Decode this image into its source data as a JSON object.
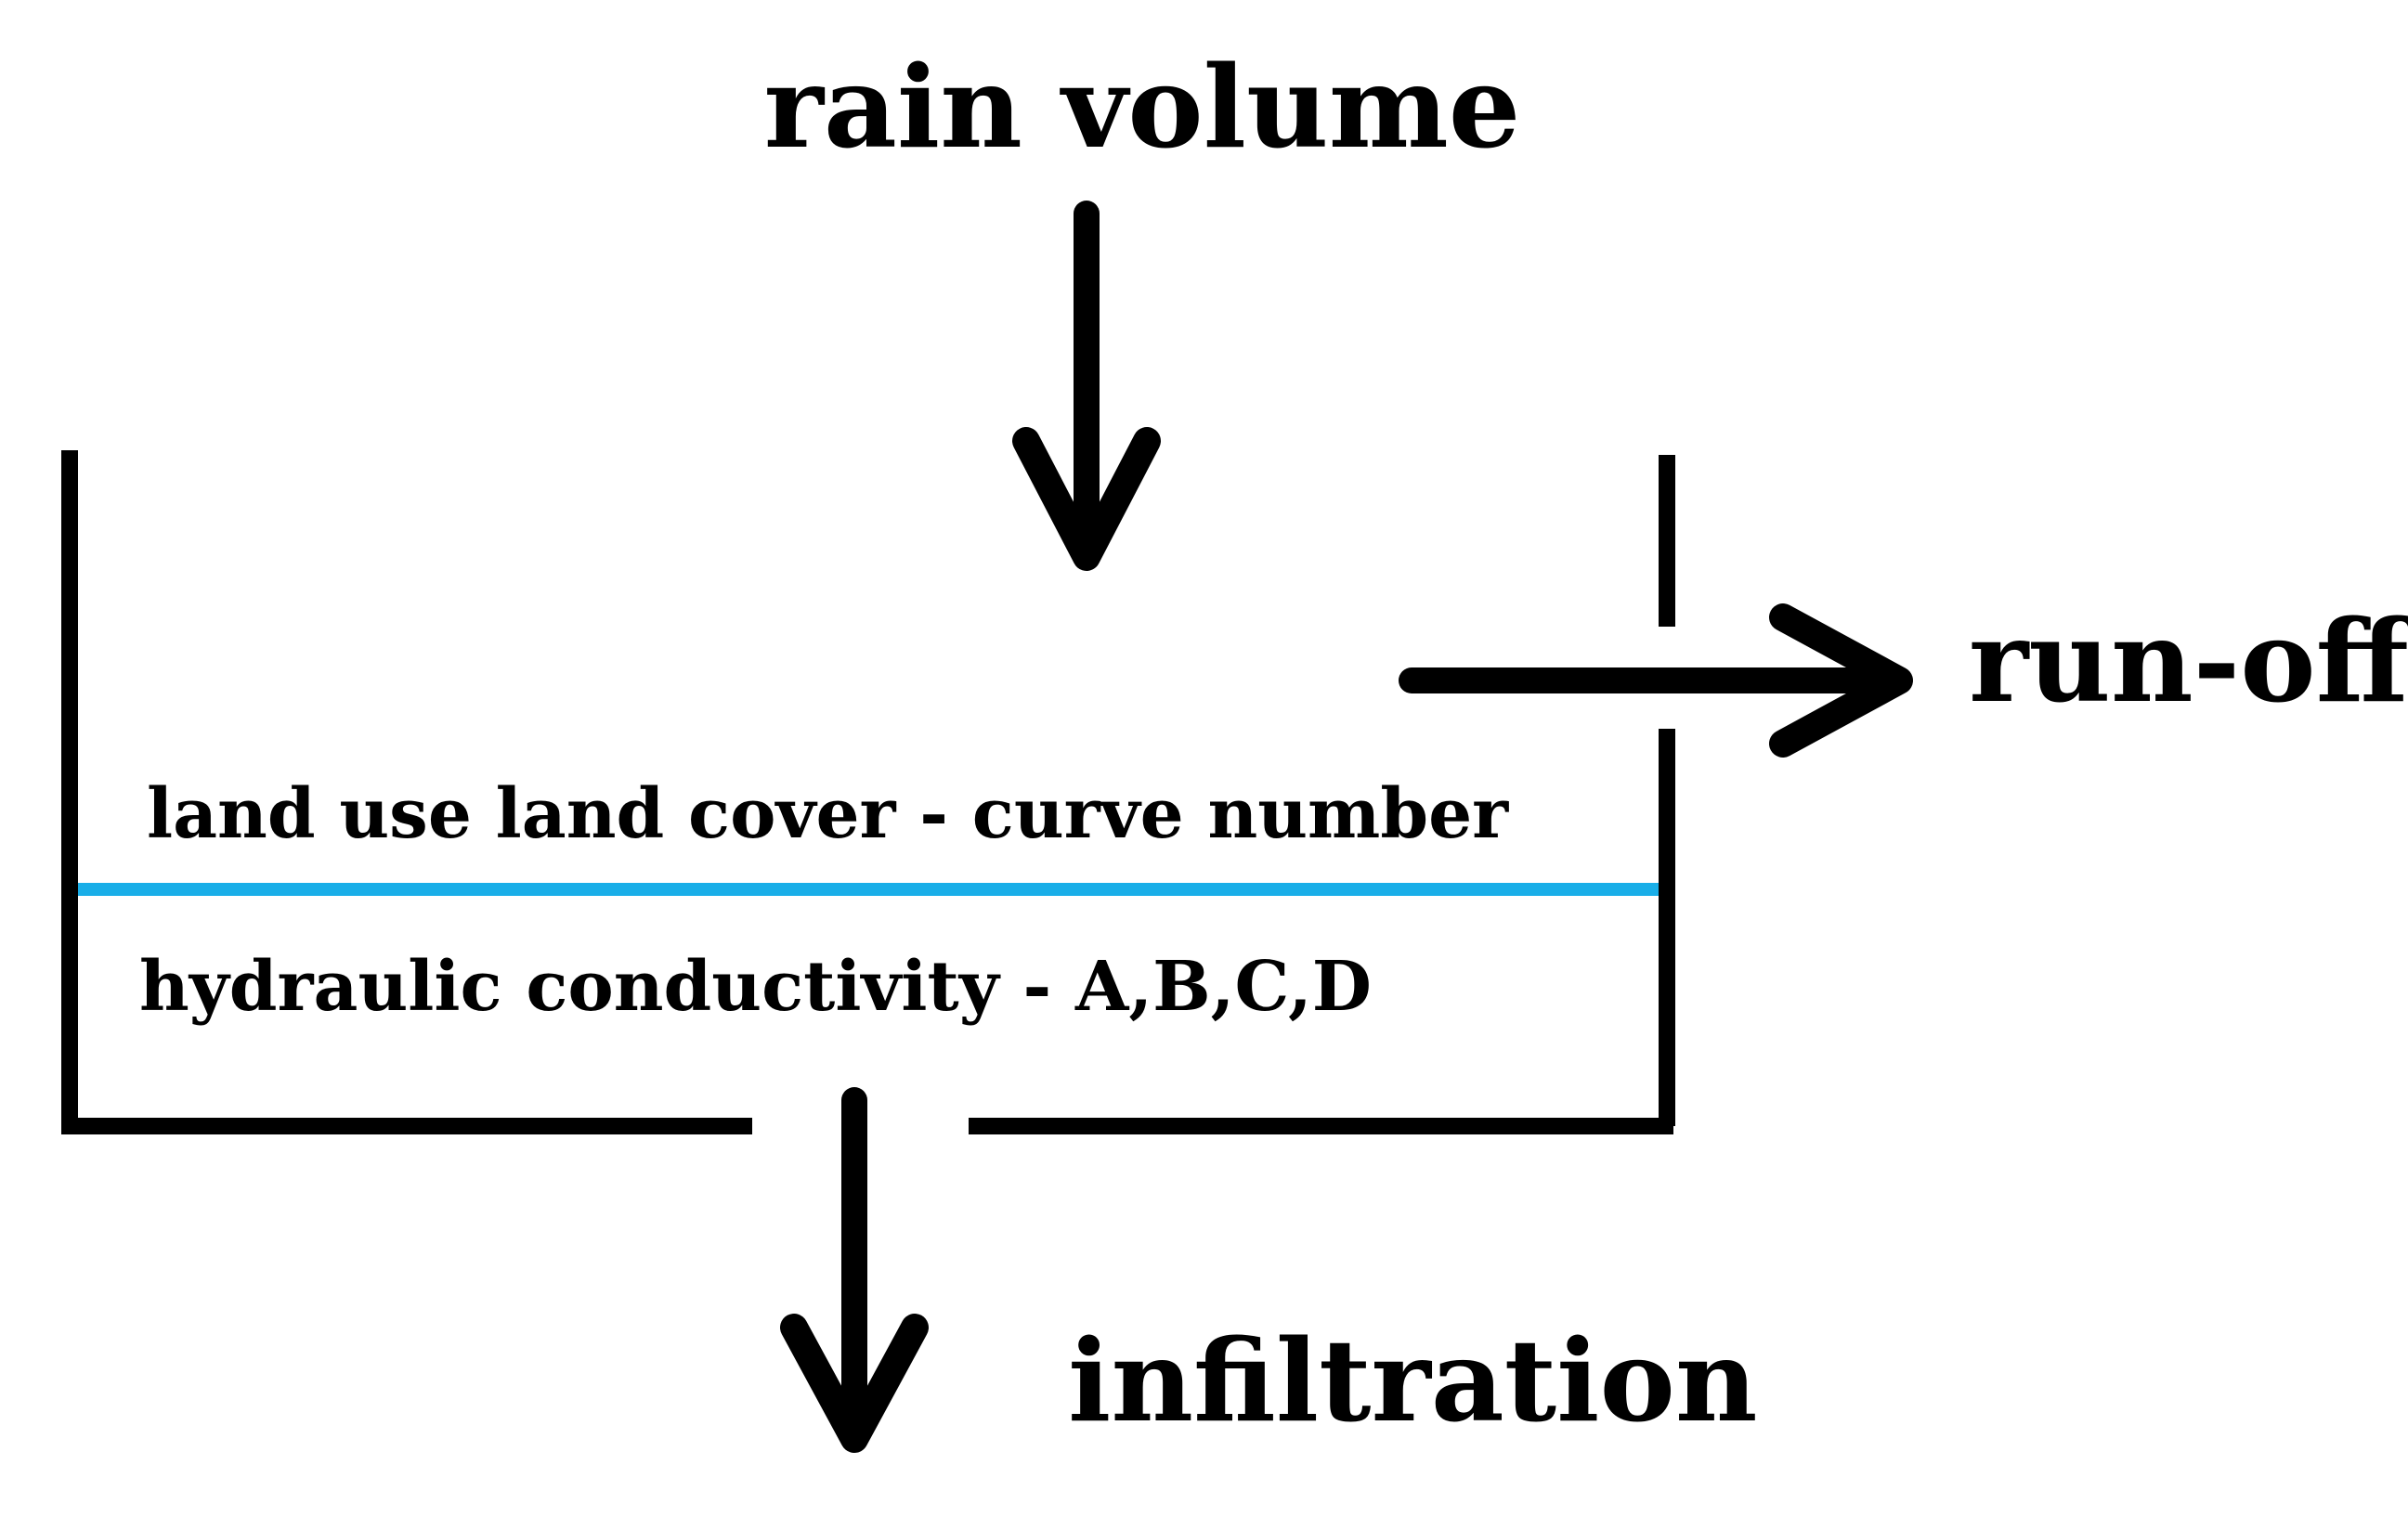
{
  "diagram": {
    "inputs": {
      "rain": "rain volume"
    },
    "outputs": {
      "runoff": "run-off",
      "infiltration": "infiltration"
    },
    "layers": {
      "top": "land use land cover - curve number",
      "bottom": "hydraulic conductivity - A,B,C,D"
    },
    "colors": {
      "ink": "#000000",
      "divider": "#19aee8",
      "background": "#ffffff"
    }
  }
}
